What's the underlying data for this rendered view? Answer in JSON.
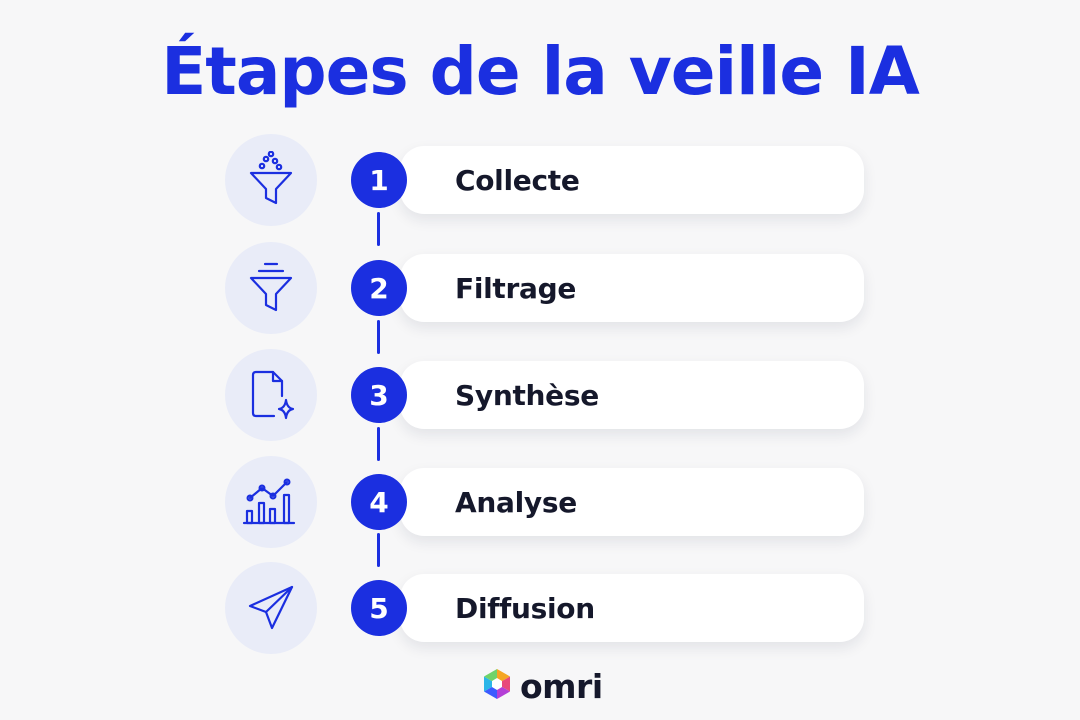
{
  "title": "Étapes de la veille IA",
  "steps": [
    {
      "number": "1",
      "label": "Collecte",
      "icon": "funnel-particles-icon"
    },
    {
      "number": "2",
      "label": "Filtrage",
      "icon": "funnel-filter-icon"
    },
    {
      "number": "3",
      "label": "Synthèse",
      "icon": "document-sparkle-icon"
    },
    {
      "number": "4",
      "label": "Analyse",
      "icon": "bar-chart-trend-icon"
    },
    {
      "number": "5",
      "label": "Diffusion",
      "icon": "paper-plane-icon"
    }
  ],
  "logo": {
    "text": "omri",
    "icon": "omri-logo-icon"
  },
  "colors": {
    "accent": "#1b2fe0",
    "title": "#1b2fe0",
    "label": "#15182b",
    "icon_bg": "#e9ecf8",
    "card_bg": "#ffffff",
    "background": "#f7f7f8"
  }
}
